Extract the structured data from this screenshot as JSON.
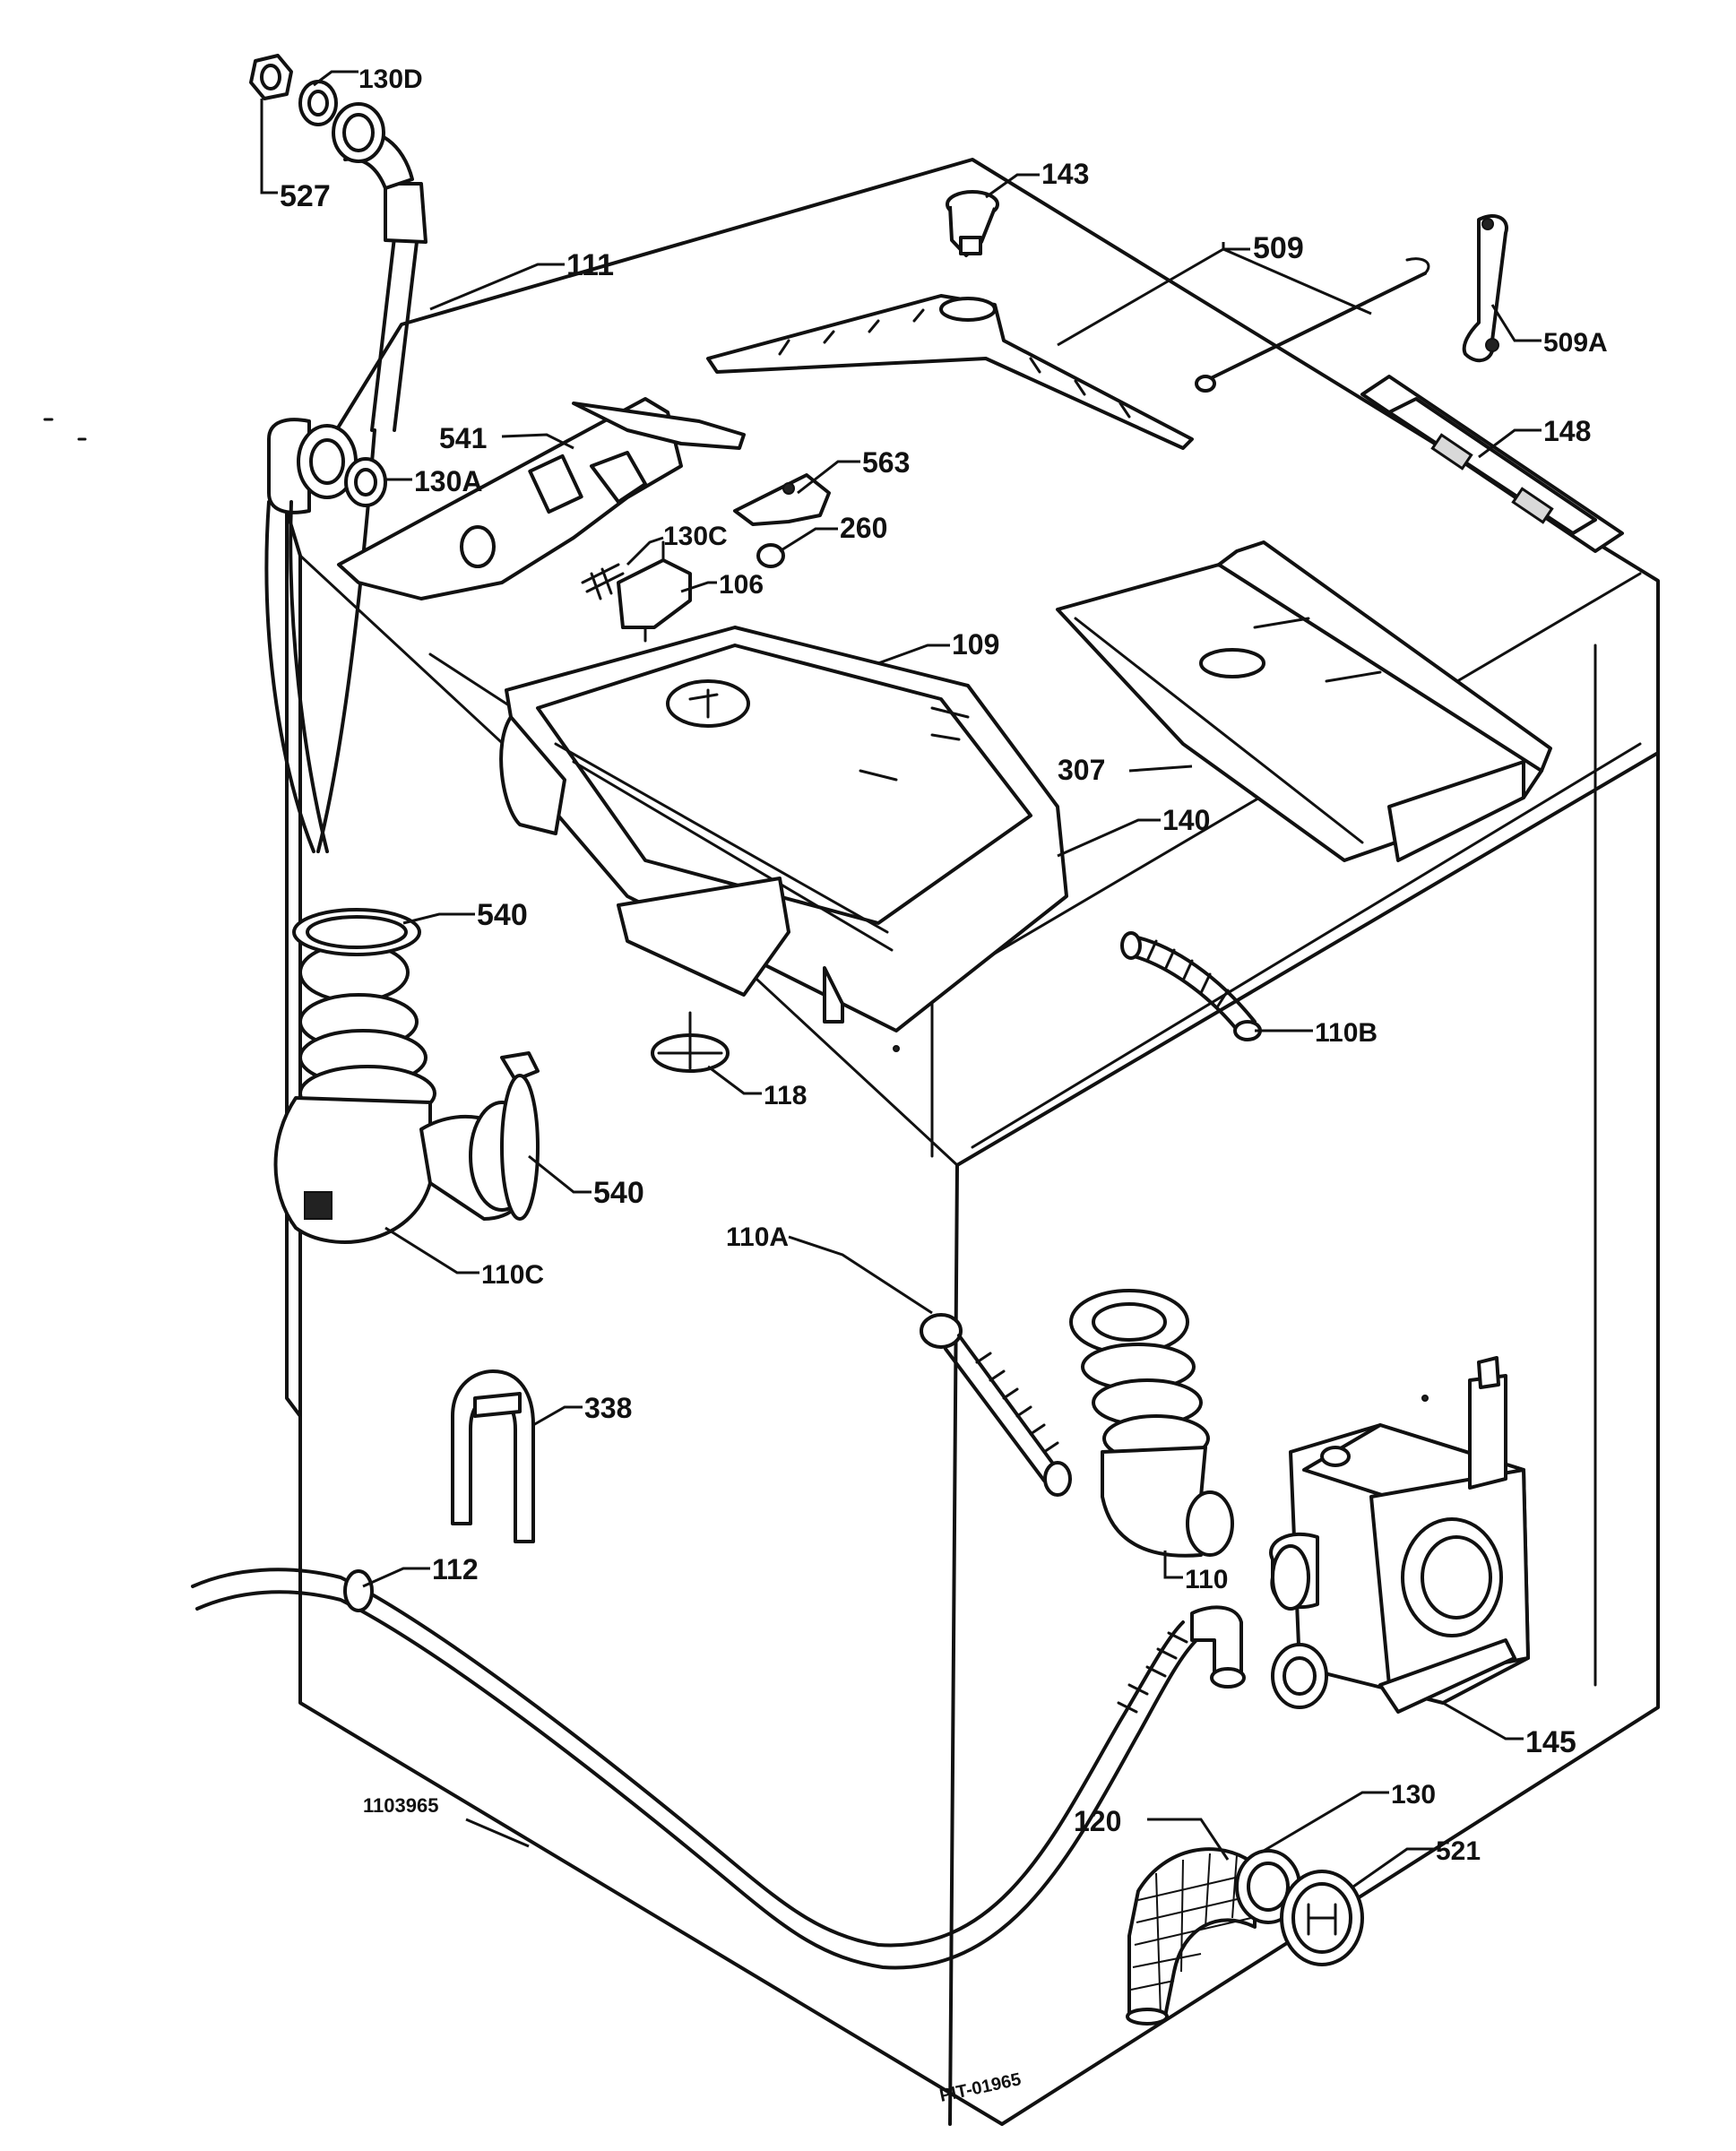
{
  "diagram": {
    "callouts": [
      {
        "id": "130D",
        "label": "130D"
      },
      {
        "id": "527",
        "label": "527"
      },
      {
        "id": "111",
        "label": "111"
      },
      {
        "id": "143",
        "label": "143"
      },
      {
        "id": "509",
        "label": "509"
      },
      {
        "id": "509A",
        "label": "509A"
      },
      {
        "id": "148",
        "label": "148"
      },
      {
        "id": "541",
        "label": "541"
      },
      {
        "id": "130A",
        "label": "130A"
      },
      {
        "id": "563",
        "label": "563"
      },
      {
        "id": "260",
        "label": "260"
      },
      {
        "id": "130C",
        "label": "130C"
      },
      {
        "id": "106",
        "label": "106"
      },
      {
        "id": "109",
        "label": "109"
      },
      {
        "id": "307",
        "label": "307"
      },
      {
        "id": "140",
        "label": "140"
      },
      {
        "id": "540top",
        "label": "540"
      },
      {
        "id": "110B",
        "label": "110B"
      },
      {
        "id": "118",
        "label": "118"
      },
      {
        "id": "540low",
        "label": "540"
      },
      {
        "id": "110C",
        "label": "110C"
      },
      {
        "id": "110A",
        "label": "110A"
      },
      {
        "id": "338",
        "label": "338"
      },
      {
        "id": "112",
        "label": "112"
      },
      {
        "id": "110",
        "label": "110"
      },
      {
        "id": "145",
        "label": "145"
      },
      {
        "id": "130",
        "label": "130"
      },
      {
        "id": "120",
        "label": "120"
      },
      {
        "id": "521",
        "label": "521"
      }
    ],
    "drawing_number": "1103965",
    "stamp_code": "PIT-01965"
  }
}
